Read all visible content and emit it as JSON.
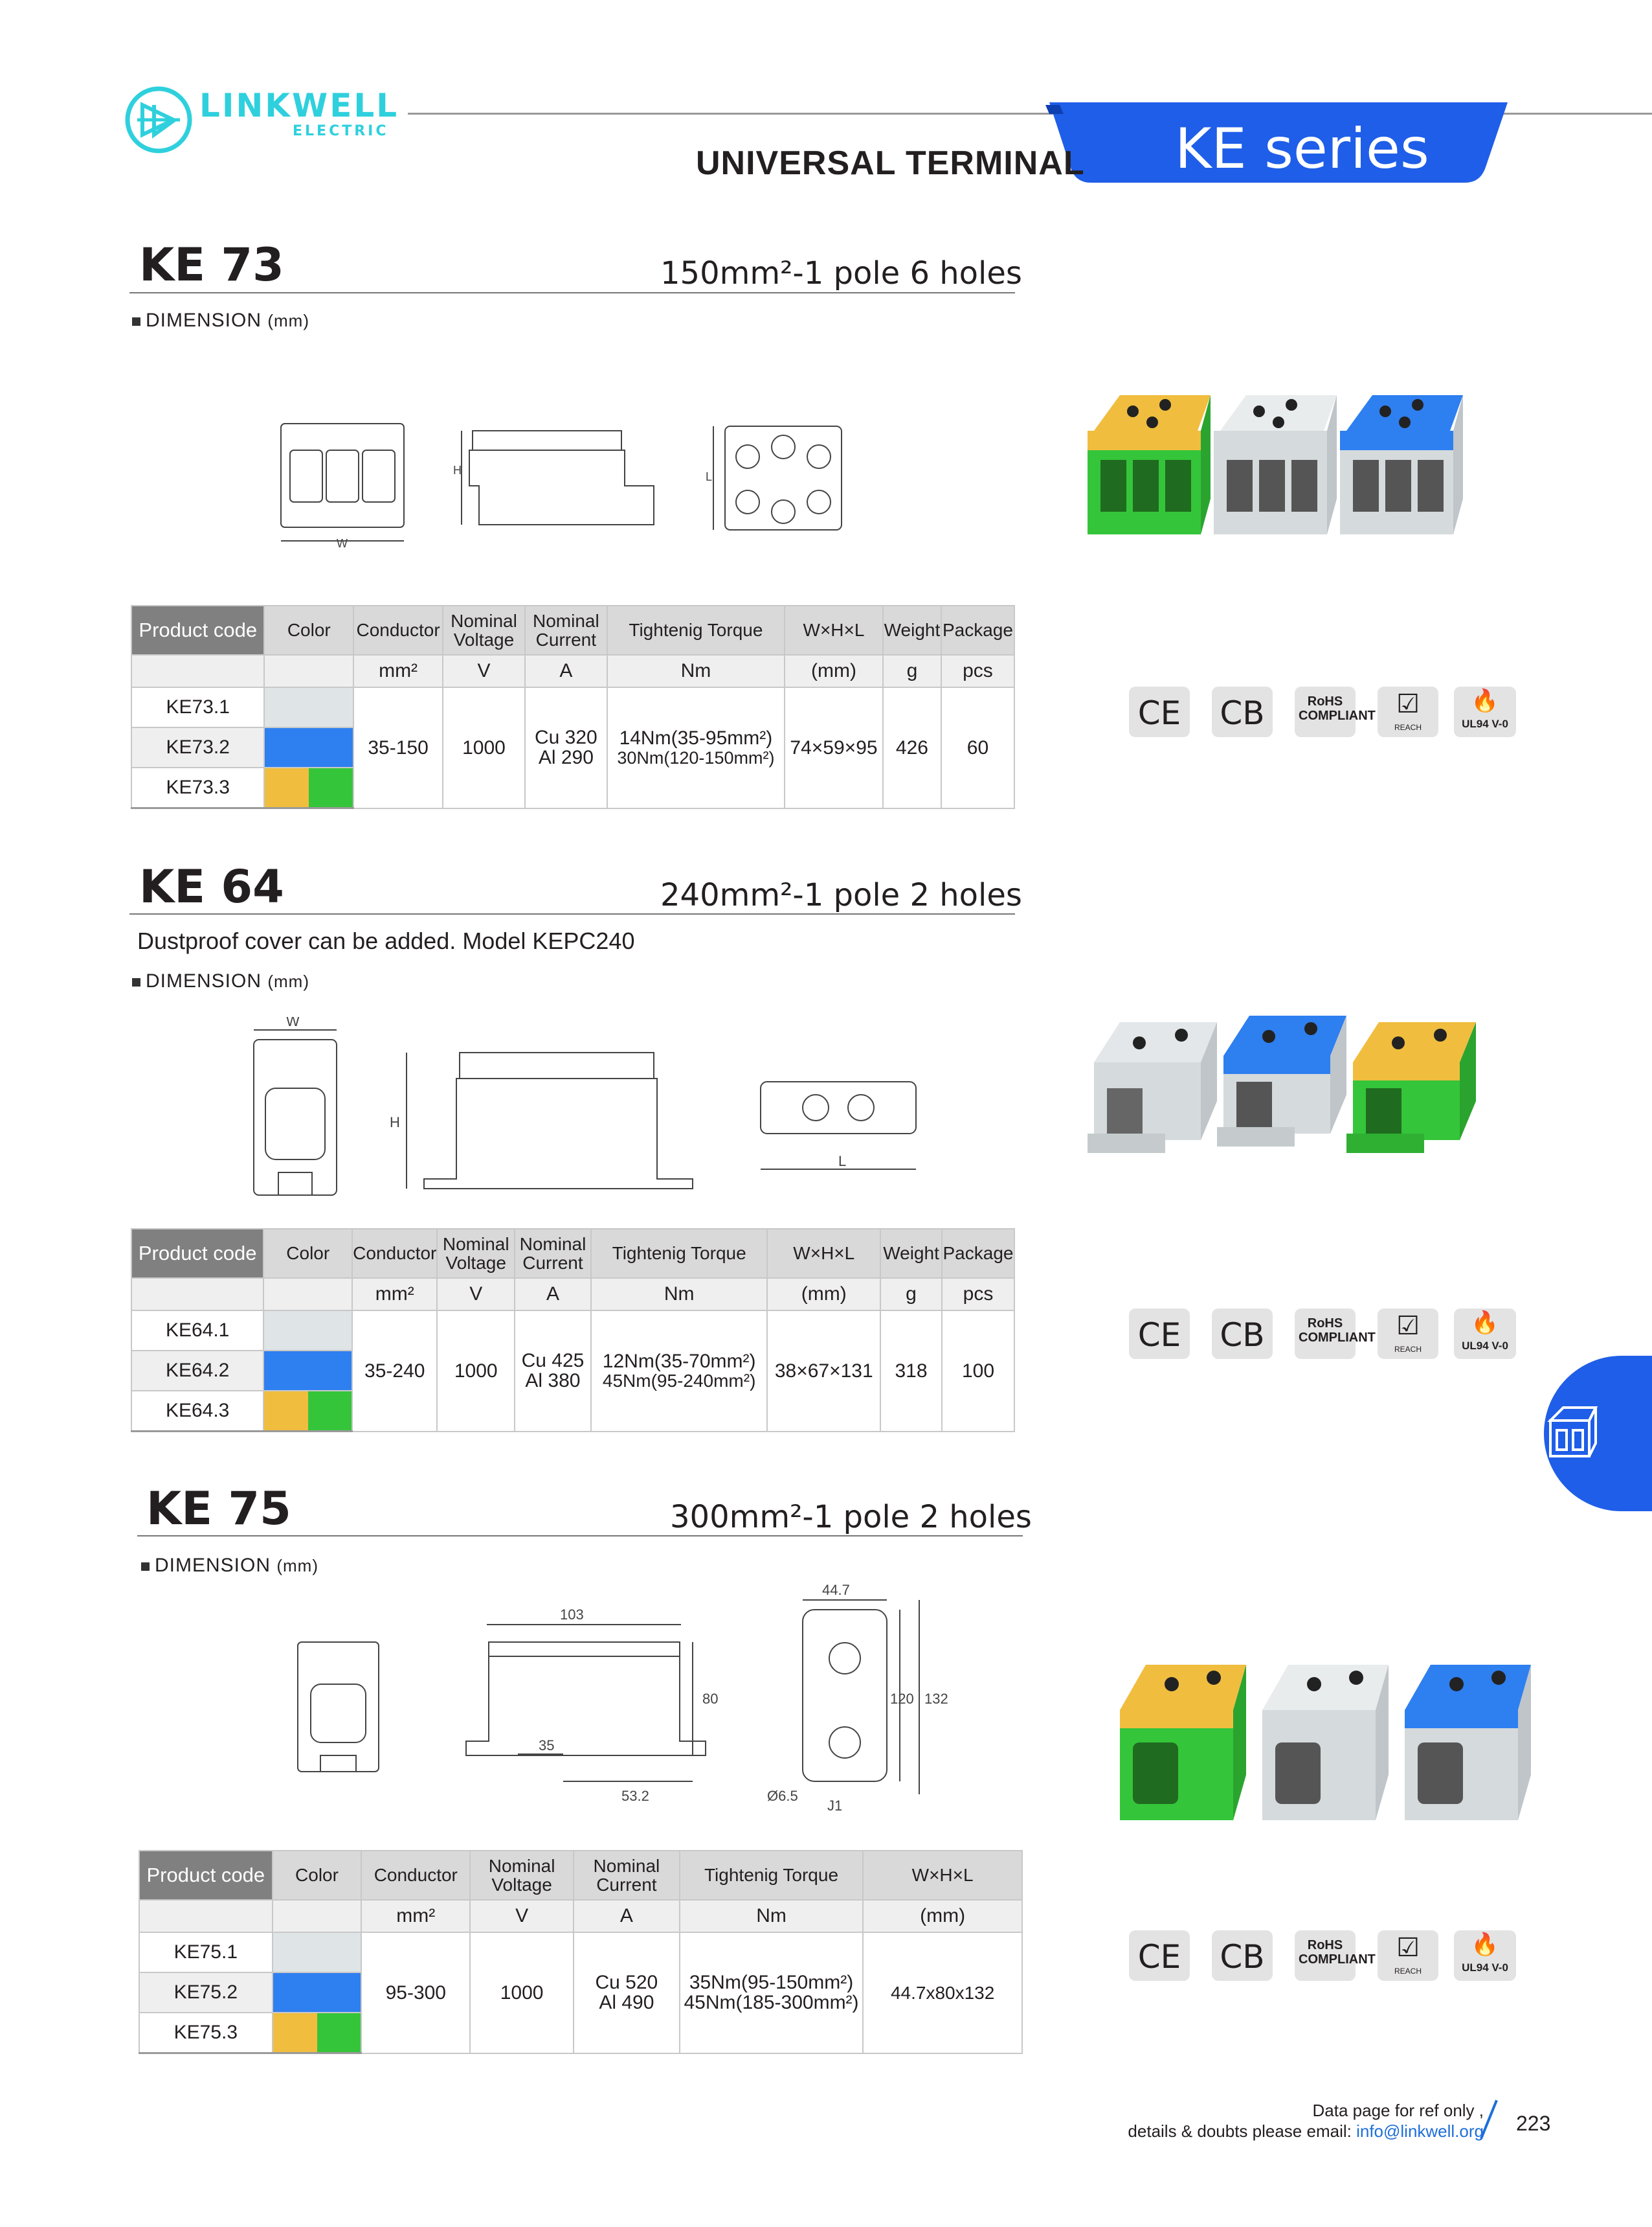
{
  "brand": {
    "name": "LINKWELL",
    "sub": "ELECTRIC"
  },
  "header": {
    "title": "UNIVERSAL TERMINAL",
    "series": "KE series"
  },
  "dimension_label": "DIMENSION",
  "dimension_unit": "(mm)",
  "table_headers": {
    "product_code": "Product code",
    "color": "Color",
    "conductor": "Conductor",
    "nominal_voltage": "Nominal Voltage",
    "nominal_current": "Nominal Current",
    "tightening_torque": "Tightenig Torque",
    "whl": "W×H×L",
    "weight": "Weight",
    "package": "Package"
  },
  "units": {
    "conductor": "mm²",
    "voltage": "V",
    "current": "A",
    "torque": "Nm",
    "whl": "(mm)",
    "weight": "g",
    "package": "pcs"
  },
  "certifications": [
    "CE",
    "CB",
    "RoHS COMPLIANT",
    "REACH",
    "UL94 V-0"
  ],
  "colors": {
    "grey": "#dfe4e6",
    "blue": "#2e7ff0",
    "yellow": "#f0bd3e",
    "green": "#35c53a",
    "accent": "#1f5ee8"
  },
  "sections": [
    {
      "model": "KE 73",
      "subtitle": "150mm²-1 pole   6 holes",
      "drawing_labels": [
        "W",
        "H",
        "L"
      ],
      "rows": [
        {
          "code": "KE73.1",
          "color": "grey"
        },
        {
          "code": "KE73.2",
          "color": "blue"
        },
        {
          "code": "KE73.3",
          "color": "yellow-green"
        }
      ],
      "conductor": "35-150",
      "voltage": "1000",
      "current": [
        "Cu 320",
        "Al 290"
      ],
      "torque": [
        "14Nm(35-95mm²)",
        "30Nm(120-150mm²)"
      ],
      "whl": "74×59×95",
      "weight": "426",
      "package": "60"
    },
    {
      "model": "KE 64",
      "subtitle": "240mm²-1 pole   2 holes",
      "note": "Dustproof cover can be added.  Model KEPC240",
      "drawing_labels": [
        "W",
        "H",
        "L"
      ],
      "rows": [
        {
          "code": "KE64.1",
          "color": "grey"
        },
        {
          "code": "KE64.2",
          "color": "blue"
        },
        {
          "code": "KE64.3",
          "color": "yellow-green"
        }
      ],
      "conductor": "35-240",
      "voltage": "1000",
      "current": [
        "Cu 425",
        "Al 380"
      ],
      "torque": [
        "12Nm(35-70mm²)",
        "45Nm(95-240mm²)"
      ],
      "whl": "38×67×131",
      "weight": "318",
      "package": "100"
    },
    {
      "model": "KE 75",
      "subtitle": "300mm²-1 pole   2 holes",
      "drawing_labels": [
        "103",
        "80",
        "35",
        "53.2",
        "44.7",
        "120",
        "132",
        "Ø6.5",
        "J1"
      ],
      "rows": [
        {
          "code": "KE75.1",
          "color": "grey"
        },
        {
          "code": "KE75.2",
          "color": "blue"
        },
        {
          "code": "KE75.3",
          "color": "yellow-green"
        }
      ],
      "conductor": "95-300",
      "voltage": "1000",
      "current": [
        "Cu 520",
        "Al 490"
      ],
      "torque": [
        "35Nm(95-150mm²)",
        "45Nm(185-300mm²)"
      ],
      "whl": "44.7x80x132"
    }
  ],
  "footer": {
    "line1": "Data page for ref only ,",
    "line2_prefix": "details & doubts please email: ",
    "email": "info@linkwell.org",
    "page": "223"
  }
}
